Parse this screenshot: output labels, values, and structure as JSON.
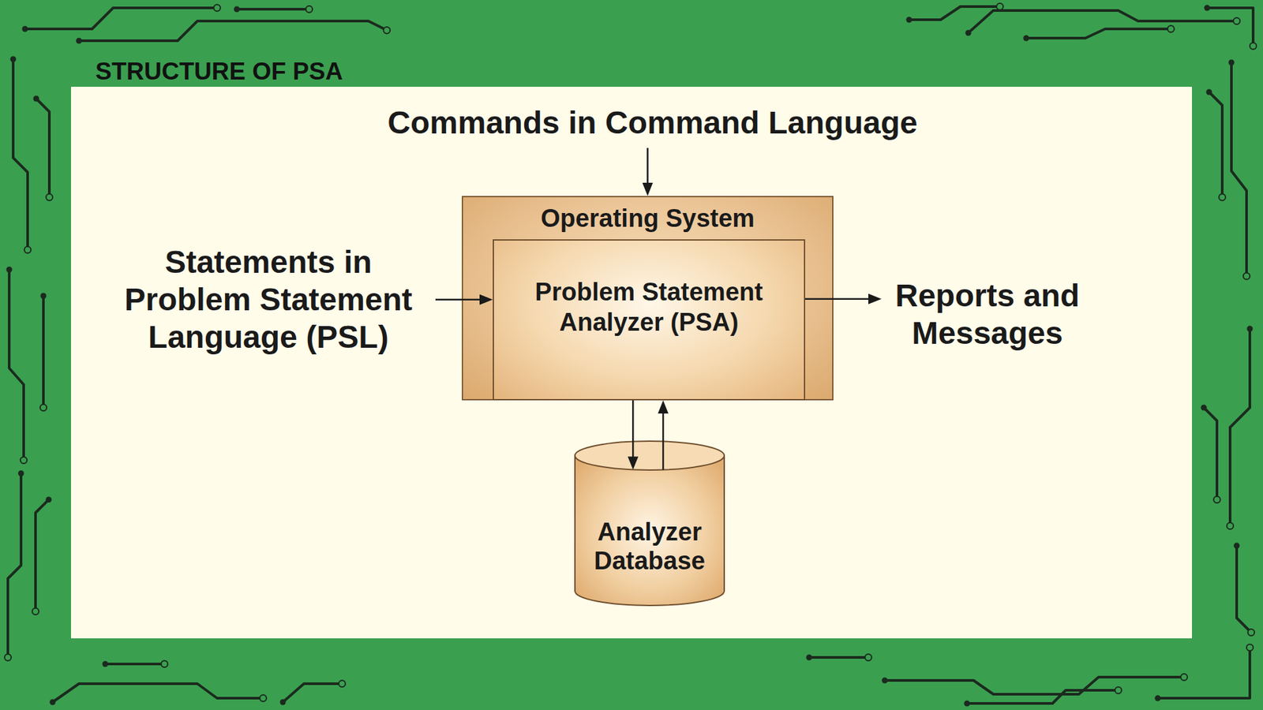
{
  "diagram": {
    "title": "STRUCTURE OF PSA",
    "nodes": [
      {
        "text": [
          "Commands in Command Language"
        ]
      },
      {
        "text": [
          "Operating System"
        ]
      },
      {
        "text": [
          "Problem Statement Analyzer (PSA)"
        ],
        "in": 1
      },
      {
        "text": [
          "Statements in Problem Statement Language (PSL)"
        ]
      },
      {
        "text": [
          "Reports and Messages"
        ]
      },
      {
        "text": [
          "Analyzer Database"
        ]
      }
    ],
    "edges": [
      {
        "from": 0,
        "to": 1,
        "arrow": "to"
      },
      {
        "from": 3,
        "to": 2,
        "arrow": "to"
      },
      {
        "from": 2,
        "to": 4,
        "arrow": "to"
      },
      {
        "from": 2,
        "to": 5,
        "arrow": "to"
      },
      {
        "from": 5,
        "to": 2,
        "arrow": "to"
      }
    ]
  }
}
